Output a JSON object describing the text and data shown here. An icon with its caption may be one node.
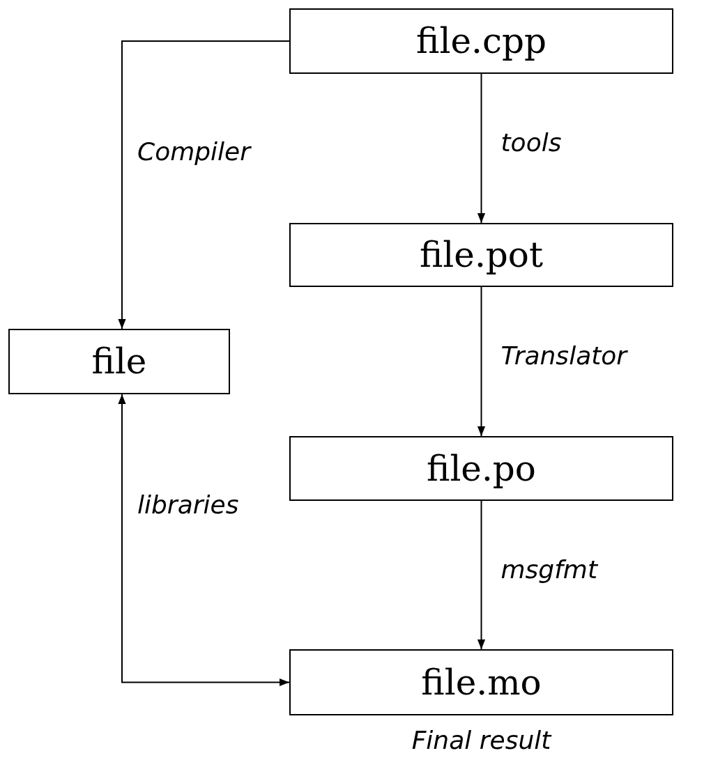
{
  "diagram": {
    "nodes": [
      {
        "text": [
          "file.cpp"
        ]
      },
      {
        "text": [
          "file.pot"
        ]
      },
      {
        "text": [
          "file.po"
        ]
      },
      {
        "text": [
          "file.mo"
        ],
        "beside": [
          "Final result"
        ]
      },
      {
        "text": [
          "file"
        ]
      }
    ],
    "edges": [
      {
        "from": 0,
        "to": 4,
        "arrow": "to",
        "label": "Compiler"
      },
      {
        "from": 0,
        "to": 1,
        "arrow": "to",
        "label": "tools"
      },
      {
        "from": 1,
        "to": 2,
        "arrow": "to",
        "label": "Translator"
      },
      {
        "from": 2,
        "to": 3,
        "arrow": "to",
        "label": "msgfmt"
      },
      {
        "from": 4,
        "to": 3,
        "arrow": "both",
        "label": "libraries"
      }
    ]
  }
}
